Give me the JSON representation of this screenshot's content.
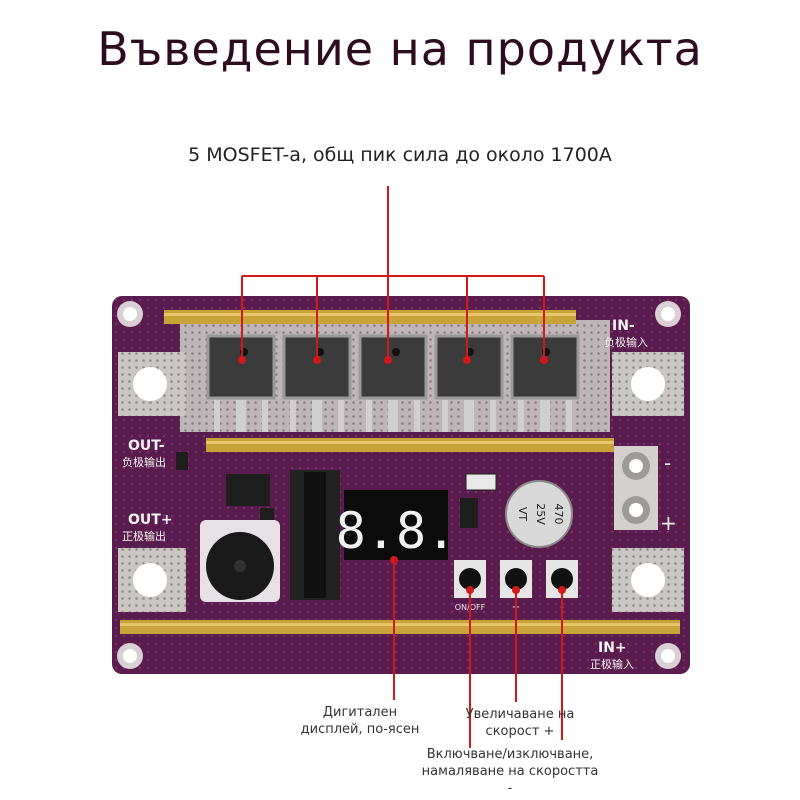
{
  "title": "Въведение на продукта",
  "subtitle": "5 MOSFET-а, общ пик сила до около 1700А",
  "board": {
    "in_minus": "IN-",
    "in_minus_cn": "负极输入",
    "out_minus": "OUT-",
    "out_minus_cn": "负极输出",
    "out_plus": "OUT+",
    "out_plus_cn": "正极输出",
    "in_plus": "IN+",
    "in_plus_cn": "正极输入",
    "display_digits": "8.8.",
    "capacitor_line1": "470",
    "capacitor_line2": "25V",
    "capacitor_line3": "VT",
    "button_onoff": "ON/OFF",
    "button_plus": "+",
    "button_minus": "-",
    "terminal_minus": "-",
    "terminal_plus": "+"
  },
  "labels": {
    "display": "Дигитален дисплей, по-ясен",
    "increase": "Увеличаване на скорост +",
    "onoff": "Включване/изключване, намаляване на скоростта -"
  },
  "colors": {
    "pcb": "#5a1c4f",
    "gold": "#c9a23a",
    "callout": "#d0191b"
  }
}
